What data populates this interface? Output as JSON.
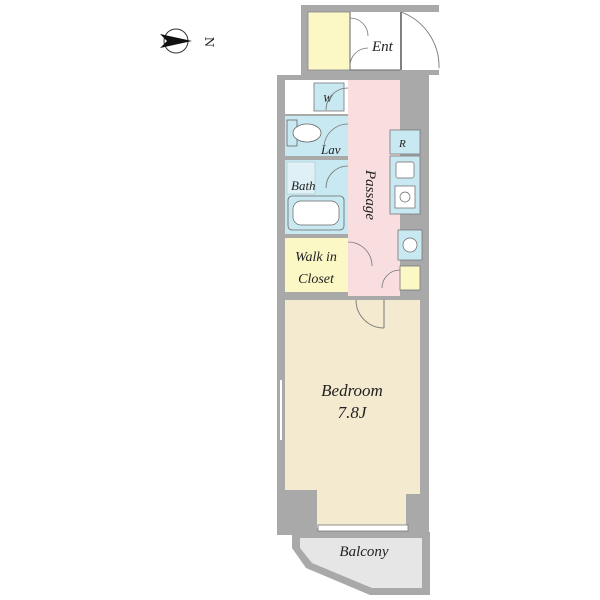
{
  "compass": {
    "label": "N"
  },
  "rooms": {
    "entrance": "Ent",
    "washer": "W",
    "lavatory": "Lav",
    "refrigerator": "R",
    "passage": "Passage",
    "bath": "Bath",
    "walk_in_closet_line1": "Walk in",
    "walk_in_closet_line2": "Closet",
    "bedroom": "Bedroom",
    "bedroom_size": "7.8J",
    "balcony": "Balcony"
  },
  "colors": {
    "wall": "#a9a9a9",
    "wall_dark": "#8a8a8a",
    "bedroom": "#f3ead0",
    "closet": "#fbf8c6",
    "passage": "#f8dede",
    "wet": "#c9e9f2",
    "balcony": "#e6e6e6",
    "entrance": "#ffffff"
  }
}
